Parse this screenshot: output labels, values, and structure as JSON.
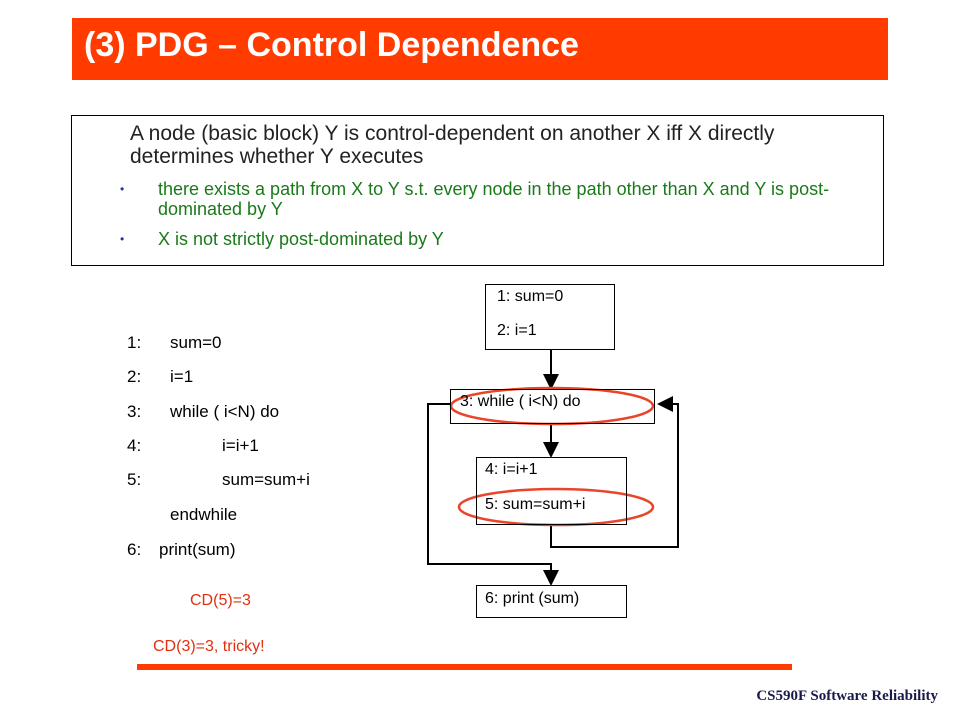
{
  "title": "(3) PDG – Control Dependence",
  "definition": {
    "main": "A node (basic block) Y is control-dependent on another X iff X directly determines whether Y executes",
    "bullets": [
      "there exists a path from X to Y s.t. every node in the path other than X and Y is post-dominated by Y",
      "X is not strictly post-dominated by Y"
    ]
  },
  "code": [
    {
      "num": "1:",
      "text": "sum=0"
    },
    {
      "num": "2:",
      "text": "i=1"
    },
    {
      "num": "3:",
      "text": "while ( i<N) do"
    },
    {
      "num": "4:",
      "text": "i=i+1"
    },
    {
      "num": "5:",
      "text": "sum=sum+i"
    },
    {
      "num": "",
      "text": "endwhile"
    },
    {
      "num": "6:",
      "text": "print(sum)"
    }
  ],
  "cfg": {
    "node1_line1": "1:  sum=0",
    "node1_line2": "2:  i=1",
    "node3": "3:  while ( i<N) do",
    "node4_line1": "4:  i=i+1",
    "node4_line2": "5:  sum=sum+i",
    "node6": "6:  print (sum)"
  },
  "annotations": {
    "cd5": "CD(5)=3",
    "cd3": "CD(3)=3, tricky!"
  },
  "footer": "CS590F Software Reliability",
  "colors": {
    "accent": "#ff3b00",
    "bullet_text": "#1a7a1a",
    "annotation": "#e03010"
  }
}
